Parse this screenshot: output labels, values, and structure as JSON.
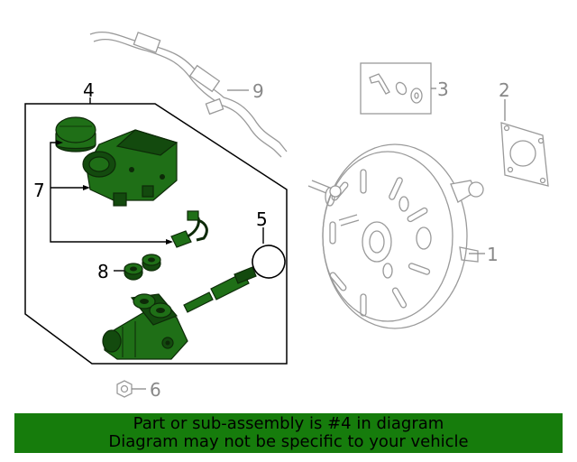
{
  "callouts": {
    "c1": "1",
    "c2": "2",
    "c3": "3",
    "c4": "4",
    "c5": "5",
    "c6": "6",
    "c7": "7",
    "c8": "8",
    "c9": "9"
  },
  "banner": {
    "line1": "Part or sub-assembly is #4 in diagram",
    "line2": "Diagram may not be specific to your vehicle",
    "color": "#167c0c"
  },
  "colors": {
    "highlight_part": "#1f6f17",
    "ghost_part": "#9a9a9a"
  }
}
